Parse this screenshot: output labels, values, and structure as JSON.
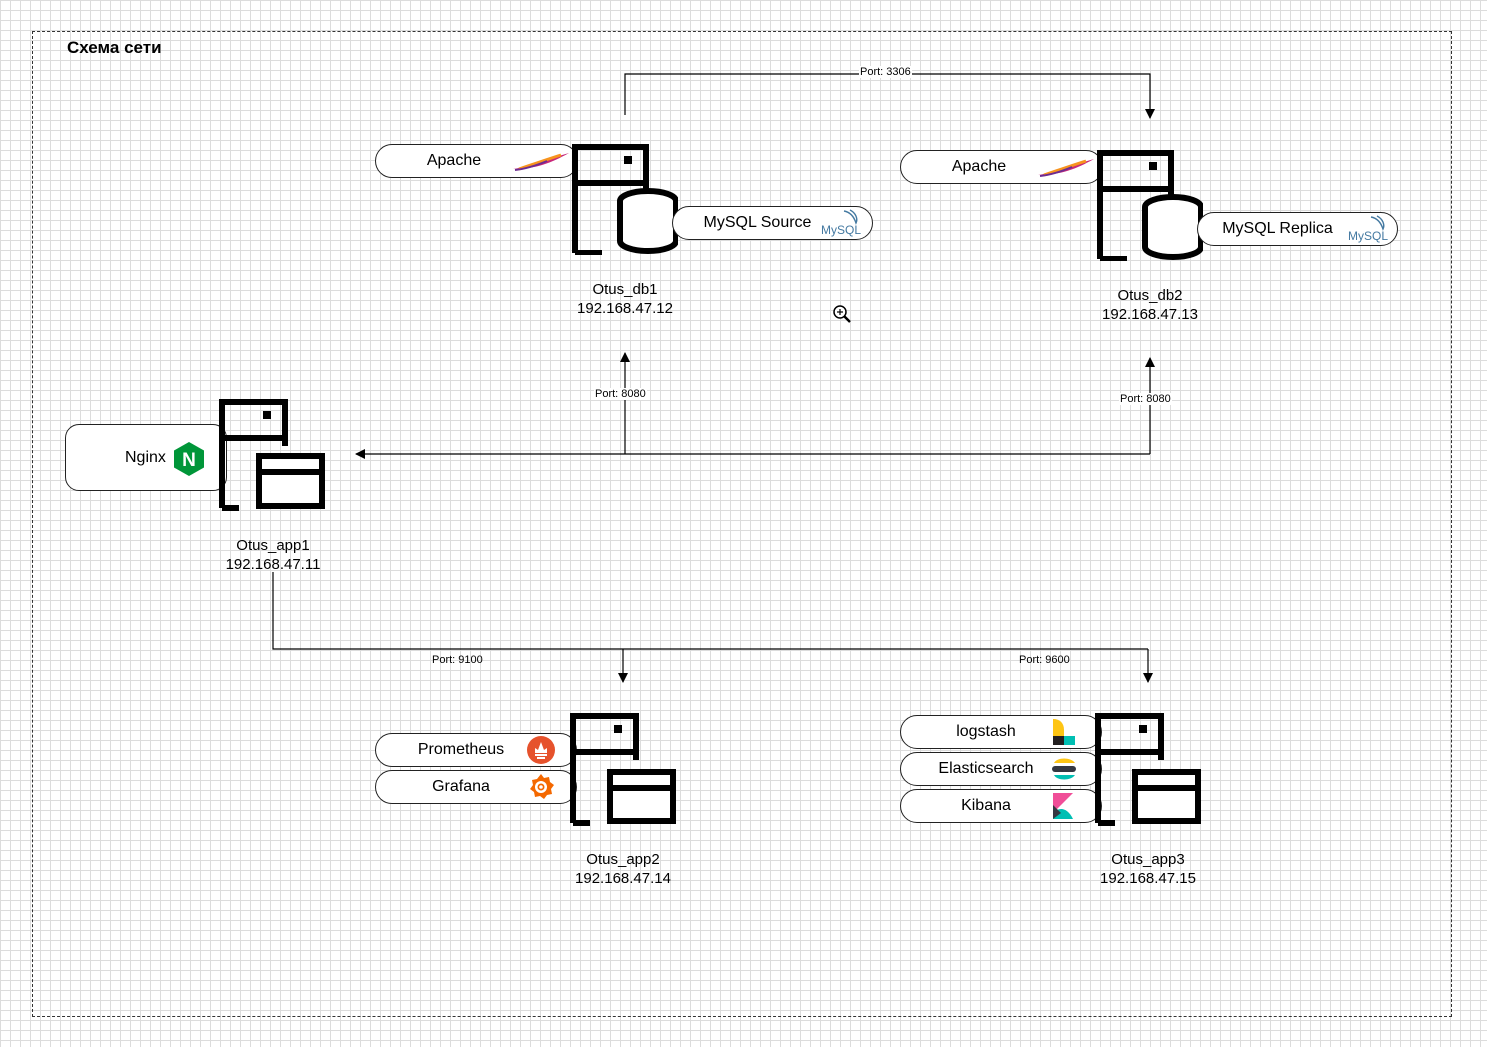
{
  "diagram": {
    "title": "Схема сети"
  },
  "servers": {
    "db1": {
      "name": "Otus_db1",
      "ip": "192.168.47.12"
    },
    "db2": {
      "name": "Otus_db2",
      "ip": "192.168.47.13"
    },
    "app1": {
      "name": "Otus_app1",
      "ip": "192.168.47.11"
    },
    "app2": {
      "name": "Otus_app2",
      "ip": "192.168.47.14"
    },
    "app3": {
      "name": "Otus_app3",
      "ip": "192.168.47.15"
    }
  },
  "services": {
    "db1_apache": "Apache",
    "db1_mysql": "MySQL Source",
    "db2_apache": "Apache",
    "db2_mysql": "MySQL Replica",
    "app1_nginx": "Nginx",
    "app2_prometheus": "Prometheus",
    "app2_grafana": "Grafana",
    "app3_logstash": "logstash",
    "app3_elasticsearch": "Elasticsearch",
    "app3_kibana": "Kibana"
  },
  "ports": {
    "db_replication": "Port: 3306",
    "db1_http": "Port: 8080",
    "db2_http": "Port: 8080",
    "app2_exporter": "Port: 9100",
    "app3_logstash": "Port: 9600"
  },
  "logos": {
    "mysql_text": "MySQL",
    "nginx_letter": "N"
  },
  "colors": {
    "apache": "#c8287a",
    "mysql_blue": "#4479a1",
    "mysql_orange": "#e48e00",
    "nginx": "#009639",
    "prometheus": "#e6522c",
    "grafana": "#f46800",
    "elastic_yellow": "#fec514",
    "elastic_teal": "#00bfb3",
    "elastic_pink": "#f04e98"
  }
}
